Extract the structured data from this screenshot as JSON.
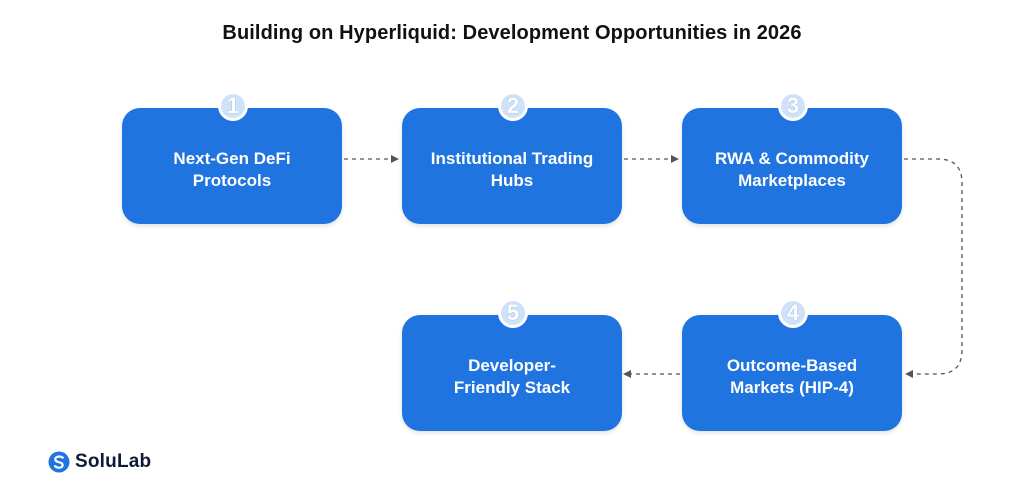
{
  "title": "Building on Hyperliquid: Development Opportunities in 2026",
  "steps": [
    {
      "number": "1",
      "label": "Next-Gen DeFi Protocols"
    },
    {
      "number": "2",
      "label": "Institutional Trading Hubs"
    },
    {
      "number": "3",
      "label": "RWA & Commodity Marketplaces"
    },
    {
      "number": "4",
      "label": "Outcome-Based Markets (HIP-4)"
    },
    {
      "number": "5",
      "label": "Developer-Friendly Stack"
    }
  ],
  "brand": {
    "name": "SoluLab",
    "logo_icon": "solulab-logo-icon"
  },
  "colors": {
    "box": "#1f74e0",
    "badge": "#cfe2f7",
    "connector": "#555555"
  }
}
